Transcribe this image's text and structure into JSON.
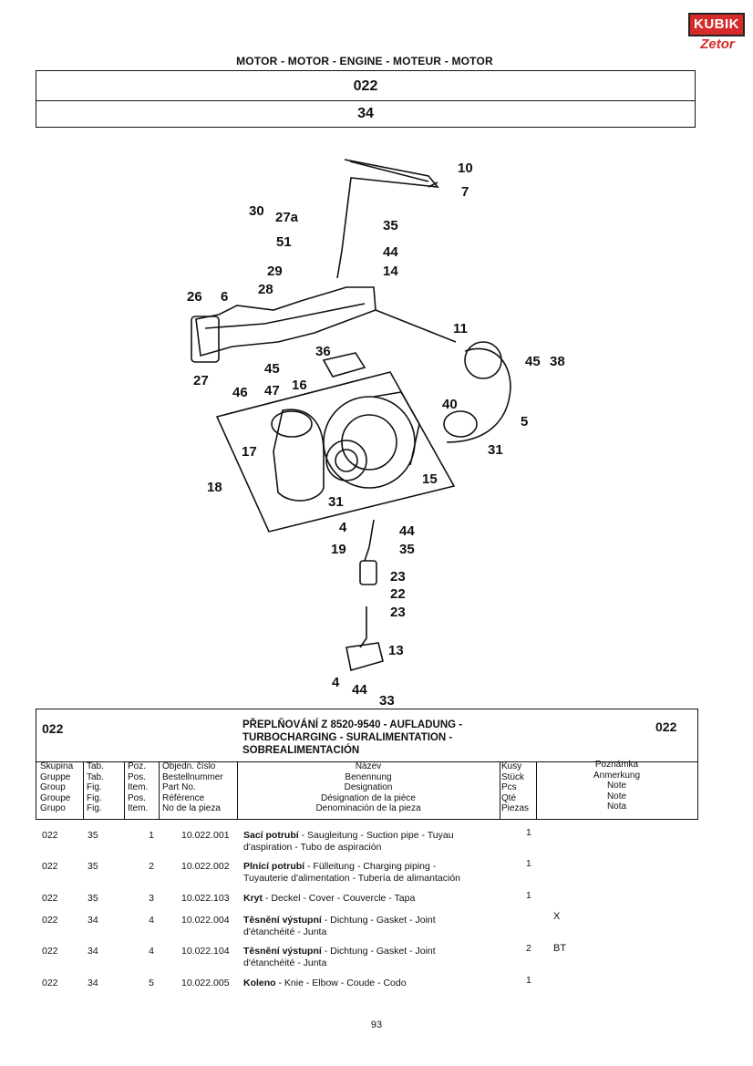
{
  "logo": {
    "brand": "KUBIK",
    "sub": "Zetor"
  },
  "section_title": "MOTOR - MOTOR - ENGINE - MOTEUR - MOTOR",
  "header": {
    "group": "022",
    "table": "34"
  },
  "diagram": {
    "callouts": [
      "10",
      "7",
      "30",
      "27a",
      "35",
      "51",
      "44",
      "29",
      "14",
      "28",
      "26",
      "6",
      "11",
      "45",
      "38",
      "36",
      "27",
      "45",
      "16",
      "46",
      "47",
      "40",
      "5",
      "17",
      "31",
      "18",
      "31",
      "15",
      "4",
      "44",
      "19",
      "35",
      "23",
      "22",
      "23",
      "13",
      "4",
      "44",
      "33"
    ]
  },
  "parts": {
    "group_left": "022",
    "group_right": "022",
    "title_lines": [
      "PŘEPLŇOVÁNÍ Z 8520-9540 - AUFLADUNG -",
      "TURBOCHARGING - SURALIMENTATION -",
      "SOBREALIMENTACIÓN"
    ],
    "columns": {
      "group": [
        "Skupina",
        "Gruppe",
        "Group",
        "Groupe",
        "Grupo"
      ],
      "table": [
        "Tab.",
        "Tab.",
        "Fig.",
        "Fig.",
        "Fig."
      ],
      "pos": [
        "Poz.",
        "Pos.",
        "Item.",
        "Pos.",
        "Item."
      ],
      "part": [
        "Objedn. číslo",
        "Bestellnummer",
        "Part No.",
        "Référence",
        "No de la pieza"
      ],
      "name": [
        "Název",
        "Benennung",
        "Designation",
        "Désignation de la pièce",
        "Denominación de la pieza"
      ],
      "qty": [
        "Kusy",
        "Stück",
        "Pcs",
        "Qté",
        "Piezas"
      ],
      "note": [
        "Poznámka",
        "Anmerkung",
        "Note",
        "Note",
        "Nota"
      ]
    },
    "rows": [
      {
        "group": "022",
        "tab": "35",
        "pos": "1",
        "part": "10.022.001",
        "name_bold": "Sací potrubí",
        "name_rest": " - Saugleitung - Suction pipe - Tuyau",
        "name_line2": "d'aspiration - Tubo de aspiración",
        "qty": "1",
        "note": ""
      },
      {
        "group": "022",
        "tab": "35",
        "pos": "2",
        "part": "10.022.002",
        "name_bold": "Plnící potrubí",
        "name_rest": " - Fülleitung - Charging piping -",
        "name_line2": "Tuyauterie d'alimentation - Tubería de alimantación",
        "qty": "1",
        "note": ""
      },
      {
        "group": "022",
        "tab": "35",
        "pos": "3",
        "part": "10.022.103",
        "name_bold": "Kryt",
        "name_rest": " - Deckel - Cover - Couvercle - Tapa",
        "name_line2": "",
        "qty": "1",
        "note": ""
      },
      {
        "group": "022",
        "tab": "34",
        "pos": "4",
        "part": "10.022.004",
        "name_bold": "Těsnění výstupní",
        "name_rest": " - Dichtung - Gasket - Joint",
        "name_line2": "d'étanchéité - Junta",
        "qty": "",
        "note": "X"
      },
      {
        "group": "022",
        "tab": "34",
        "pos": "4",
        "part": "10.022.104",
        "name_bold": "Těsnění výstupní",
        "name_rest": " - Dichtung - Gasket - Joint",
        "name_line2": "d'étanchéité - Junta",
        "qty": "2",
        "note": "BT"
      },
      {
        "group": "022",
        "tab": "34",
        "pos": "5",
        "part": "10.022.005",
        "name_bold": "Koleno",
        "name_rest": " - Knie - Elbow - Coude - Codo",
        "name_line2": "",
        "qty": "1",
        "note": ""
      }
    ]
  },
  "page_number": "93"
}
